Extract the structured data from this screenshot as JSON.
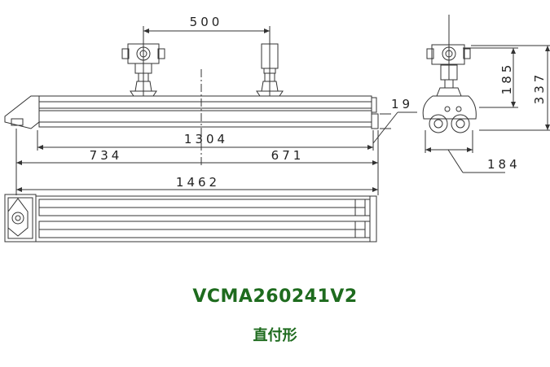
{
  "dimensions": {
    "d500": "500",
    "d1304": "1304",
    "d734": "734",
    "d671": "671",
    "d1462": "1462",
    "d19": "19",
    "d185": "185",
    "d337": "337",
    "d184": "184"
  },
  "model": "VCMA260241V2",
  "mount_type": "直付形",
  "colors": {
    "accent": "#1e6b1e",
    "line": "#333333"
  }
}
